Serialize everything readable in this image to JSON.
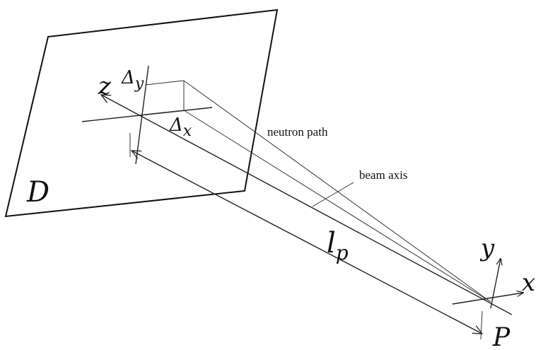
{
  "diagram": {
    "detector_label": "D",
    "point_label": "P",
    "axis_z": "z",
    "axis_x": "x",
    "axis_y": "y",
    "delta_y": {
      "sym": "Δ",
      "sub": "y"
    },
    "delta_x": {
      "sym": "Δ",
      "sub": "x"
    },
    "distance": {
      "sym": "l",
      "sub": "p"
    },
    "neutron_path_label": "neutron path",
    "beam_axis_label": "beam axis"
  }
}
